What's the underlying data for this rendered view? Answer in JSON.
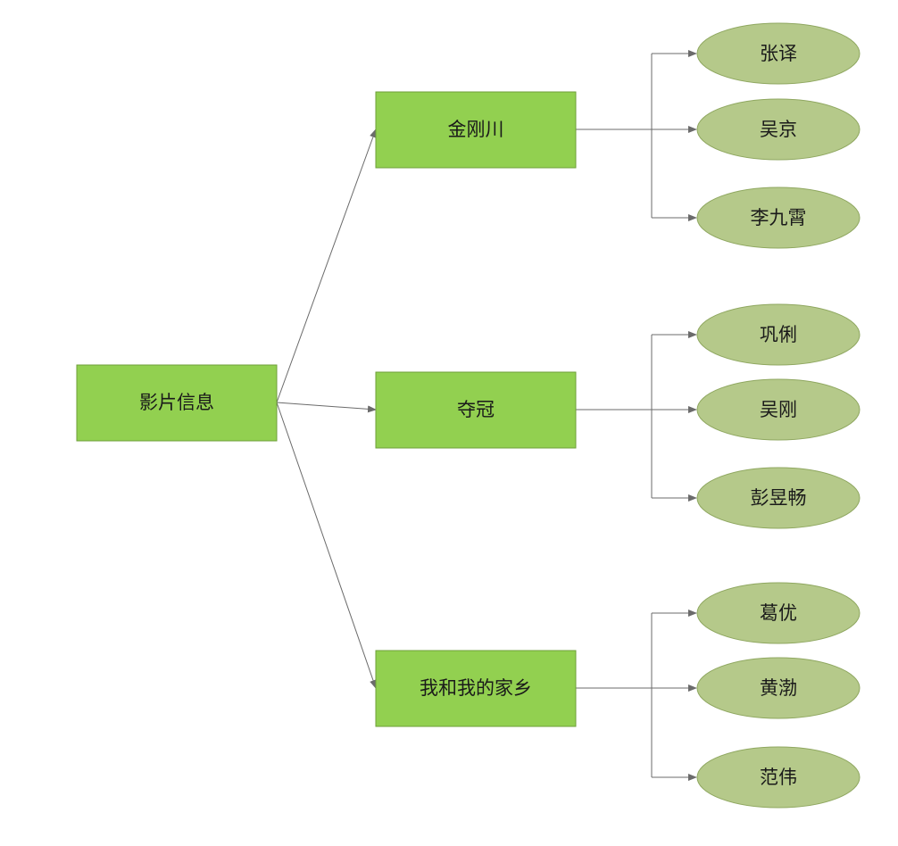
{
  "diagram": {
    "root": {
      "label": "影片信息"
    },
    "films": [
      {
        "label": "金刚川",
        "actors": [
          "张译",
          "吴京",
          "李九霄"
        ]
      },
      {
        "label": "夺冠",
        "actors": [
          "巩俐",
          "吴刚",
          "彭昱畅"
        ]
      },
      {
        "label": "我和我的家乡",
        "actors": [
          "葛优",
          "黄渤",
          "范伟"
        ]
      }
    ]
  },
  "colors": {
    "rect_fill": "#92d050",
    "rect_stroke": "#6f9f3a",
    "ellipse_fill": "#b5c98a",
    "ellipse_stroke": "#8fa760",
    "connector": "#6b6b6b",
    "text": "#1a1a1a"
  }
}
